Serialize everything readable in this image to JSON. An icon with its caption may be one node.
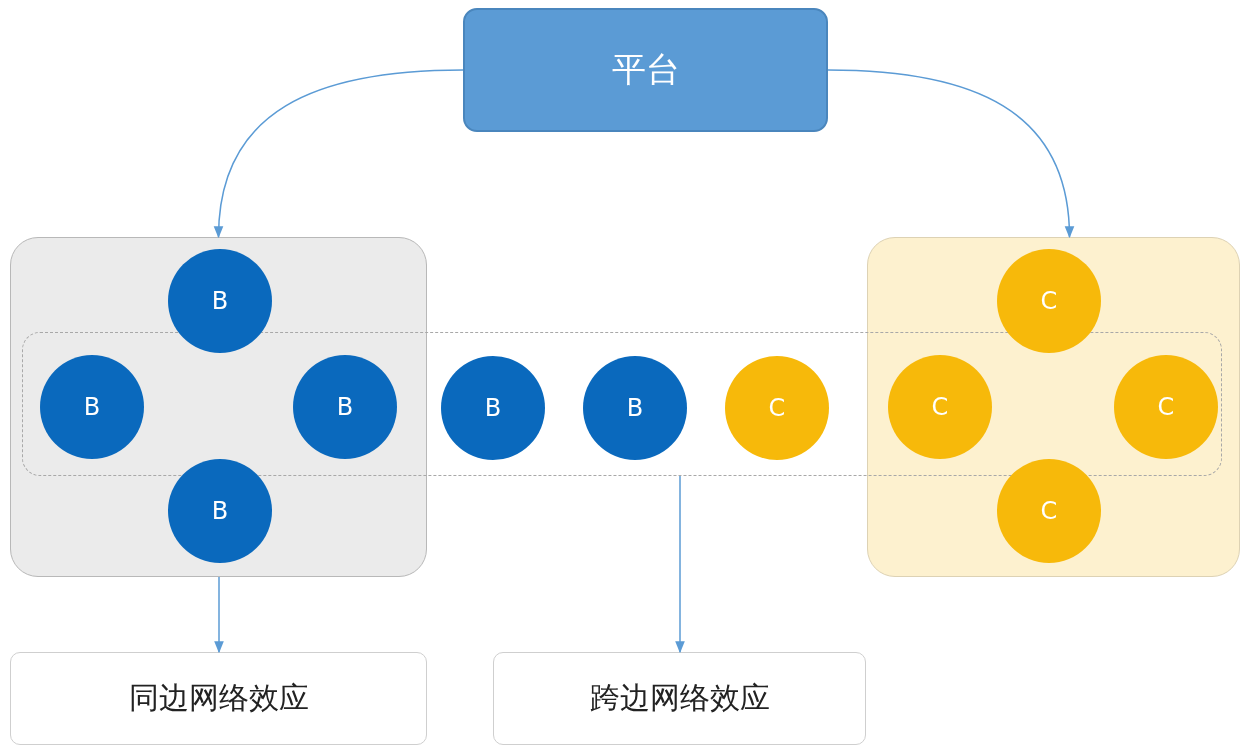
{
  "diagram": {
    "nodes": [
      {
        "text": [
          "平台"
        ]
      },
      {
        "text": [],
        "shape": "box"
      },
      {
        "text": [
          "B"
        ],
        "in": 1
      },
      {
        "text": [],
        "shape": "box"
      },
      {
        "text": [
          "C"
        ],
        "in": 3
      },
      {
        "text": [],
        "shape": "box"
      },
      {
        "text": [
          "B"
        ]
      },
      {
        "text": [
          "B"
        ]
      },
      {
        "text": [
          "B"
        ],
        "in": 5
      },
      {
        "text": [
          "B"
        ],
        "in": 5
      },
      {
        "text": [
          "C"
        ],
        "in": 5
      },
      {
        "text": [
          "C"
        ]
      },
      {
        "text": [
          "C"
        ]
      },
      {
        "text": [
          "B"
        ],
        "in": 1
      },
      {
        "text": [
          "C"
        ],
        "in": 3
      },
      {
        "text": [
          "同边网络效应"
        ]
      },
      {
        "text": [
          "跨边网络效应"
        ]
      }
    ],
    "edges": [
      {
        "from": 0,
        "to": 1,
        "arrow": "to"
      },
      {
        "from": 0,
        "to": 3,
        "arrow": "to"
      },
      {
        "from": 1,
        "to": 15,
        "arrow": "to"
      },
      {
        "from": 5,
        "to": 16,
        "arrow": "to"
      }
    ]
  }
}
